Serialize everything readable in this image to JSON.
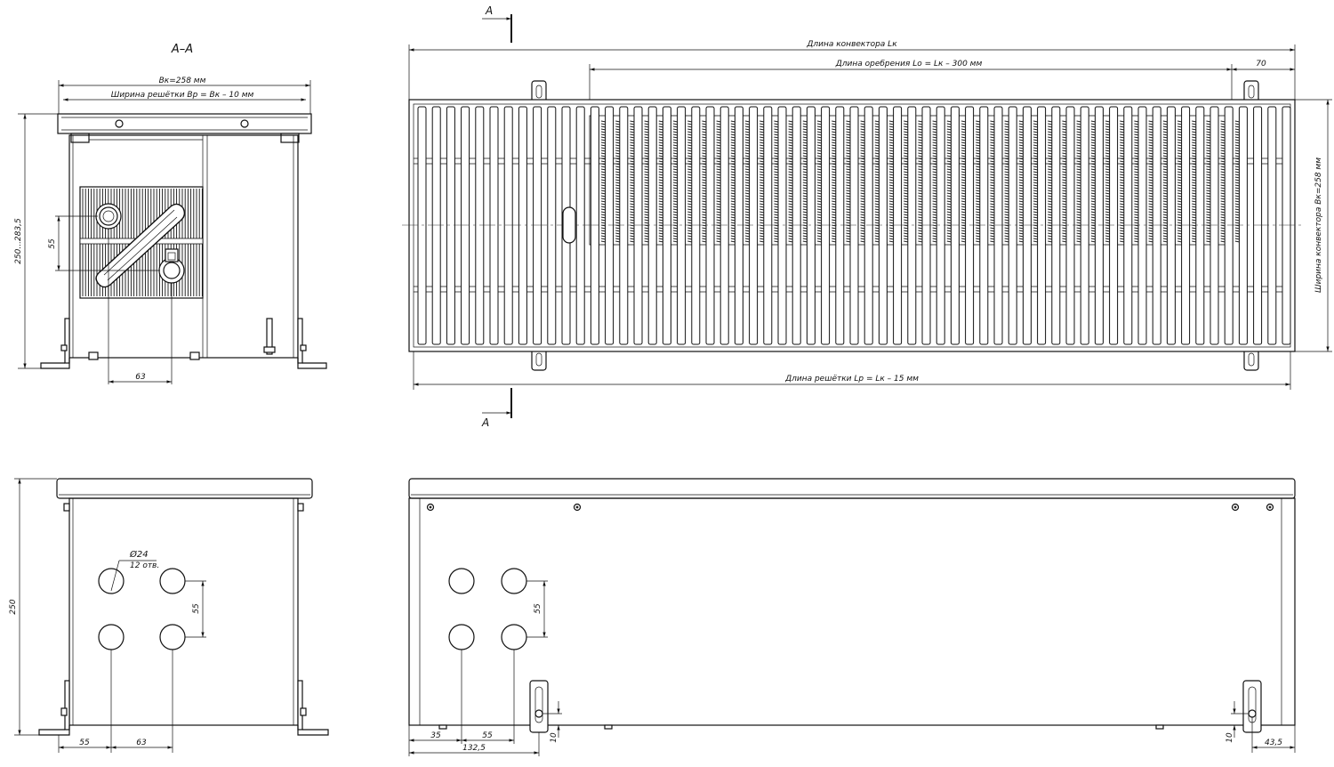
{
  "section_label": "A–A",
  "section_marks": {
    "top": "A",
    "bottom": "A"
  },
  "dims": {
    "bk": "Вк=258 мм",
    "grille_width": "Ширина решётки Вр = Вк – 10 мм",
    "height_range": "250...283,5",
    "d55_left": "55",
    "d63_top": "63",
    "conv_length": "Длина конвектора Lк",
    "fin_length": "Длина оребрения Lо = Lк – 300 мм",
    "d70": "70",
    "conv_width": "Ширина конвектора Вк=258 мм",
    "grille_length": "Длина решётки Lр = Lк – 15 мм",
    "d250": "250",
    "hole_dia": "Ø24",
    "hole_count": "12 отв.",
    "d55_end": "55",
    "d55_end_bottom": "55",
    "d63_end_bottom": "63",
    "d55_side": "55",
    "d35": "35",
    "d55_side_bottom": "55",
    "d132": "132,5",
    "d10_a": "10",
    "d10_b": "10",
    "d43": "43,5"
  }
}
